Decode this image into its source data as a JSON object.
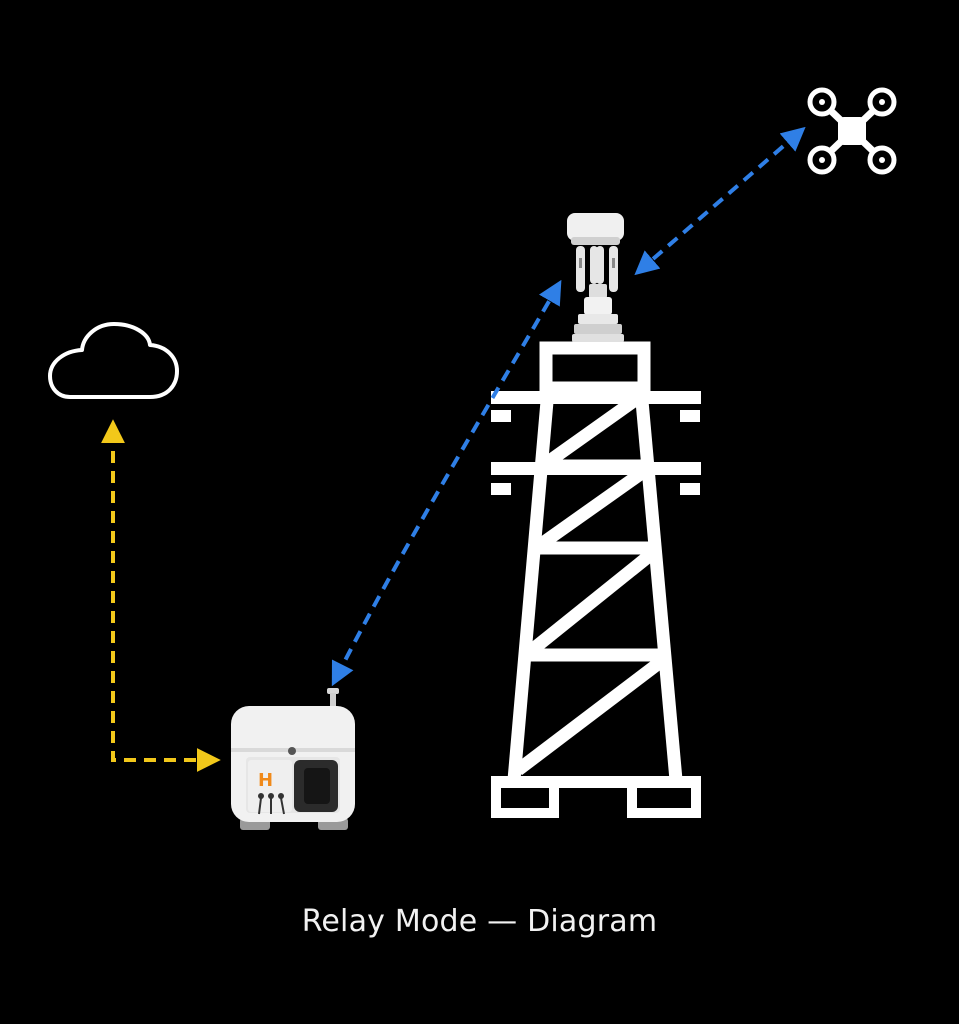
{
  "caption": "Relay Mode — Diagram",
  "dock_logo_letter": "H",
  "colors": {
    "background": "#000000",
    "relay_link": "#2f7fe6",
    "cloud_link": "#f2c81a",
    "outline": "#ffffff",
    "device_body": "#f1f1f1",
    "logo_accent": "#f08a1a"
  },
  "icons": {
    "cloud": "cloud-icon",
    "drone": "drone-icon",
    "tower": "transmission-tower",
    "relay": "relay-antenna-unit",
    "dock": "drone-dock"
  }
}
